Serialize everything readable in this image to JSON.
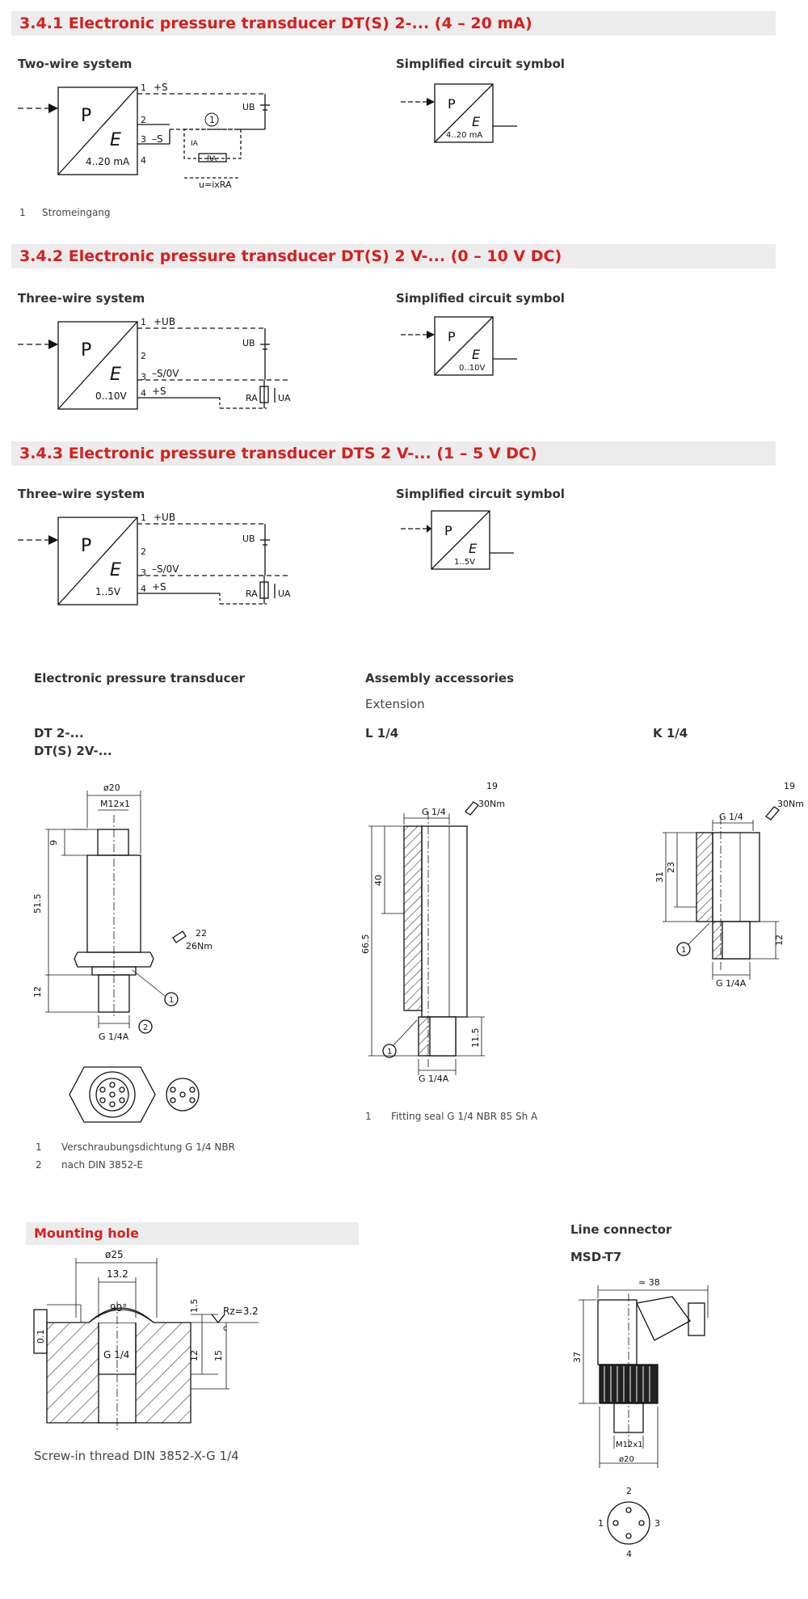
{
  "sections": [
    {
      "title": "3.4.1 Electronic pressure transducer DT(S) 2-... (4 – 20 mA)",
      "left_label": "Two-wire system",
      "right_label": "Simplified circuit symbol",
      "output": "4..20 mA",
      "symbol_output": "4..20 mA",
      "terms": [
        "+S",
        "",
        "–S",
        ""
      ],
      "note_num": "1",
      "note_text": "Stromeingang"
    },
    {
      "title": "3.4.2 Electronic pressure transducer DT(S) 2 V-... (0 – 10 V DC)",
      "left_label": "Three-wire system",
      "right_label": "Simplified circuit symbol",
      "output": "0..10V",
      "symbol_output": "0..10V",
      "terms": [
        "+UB",
        "",
        "–S/0V",
        "+S"
      ]
    },
    {
      "title": "3.4.3 Electronic pressure transducer DTS 2 V-... (1 – 5 V DC)",
      "left_label": "Three-wire system",
      "right_label": "Simplified circuit symbol",
      "output": "1..5V",
      "symbol_output": "1..5V",
      "terms": [
        "+UB",
        "",
        "–S/0V",
        "+S"
      ]
    }
  ],
  "symbol": {
    "p": "P",
    "e": "E"
  },
  "pins": [
    "1",
    "2",
    "3",
    "4"
  ],
  "circuit_labels": {
    "ub": "UB",
    "ra": "RA",
    "ia": "IA",
    "u_eq": "u=ixRA",
    "ua": "UA",
    "circle1": "1"
  },
  "lower": {
    "transducer_heading": "Electronic pressure transducer",
    "accessories_heading": "Assembly accessories",
    "extension_label": "Extension",
    "model1": "DT 2-...",
    "model2": "DT(S) 2V-...",
    "l14": "L 1/4",
    "k14": "K 1/4",
    "dt_dims": {
      "d20": "ø20",
      "m12": "M12x1",
      "d9": "9",
      "d51": "51.5",
      "d12": "12",
      "g14a": "G 1/4A",
      "wrench": "22",
      "torque": "26Nm",
      "c1": "1",
      "c2": "2"
    },
    "l_dims": {
      "g14": "G 1/4",
      "wrench": "19",
      "torque": "30Nm",
      "d40": "40",
      "d66": "66.5",
      "d115": "11.5",
      "g14a": "G 1/4A",
      "c1": "1"
    },
    "k_dims": {
      "g14": "G 1/4",
      "wrench": "19",
      "torque": "30Nm",
      "d31": "31",
      "d23": "23",
      "d12": "12",
      "g14a": "G 1/4A",
      "c1": "1"
    },
    "dt_notes": [
      {
        "num": "1",
        "text": "Verschraubungsdichtung G 1/4 NBR"
      },
      {
        "num": "2",
        "text": "nach DIN 3852-E"
      }
    ],
    "acc_note": {
      "num": "1",
      "text": "Fitting seal G 1/4 NBR 85 Sh A"
    }
  },
  "mounting": {
    "title": "Mounting hole",
    "d25": "ø25",
    "d13": "13.2",
    "angle": "90°",
    "d15a": "1.5",
    "d12": "12",
    "d15": "15",
    "rz": "Rz=3.2",
    "c": "c",
    "tol": "0.1",
    "thread": "G 1/4",
    "caption": "Screw-in thread DIN 3852-X-G 1/4"
  },
  "connector": {
    "heading": "Line connector",
    "model": "MSD-T7",
    "d38": "≈ 38",
    "d37": "37",
    "m12": "M12x1",
    "d20": "ø20",
    "pins": [
      "1",
      "2",
      "3",
      "4"
    ]
  }
}
